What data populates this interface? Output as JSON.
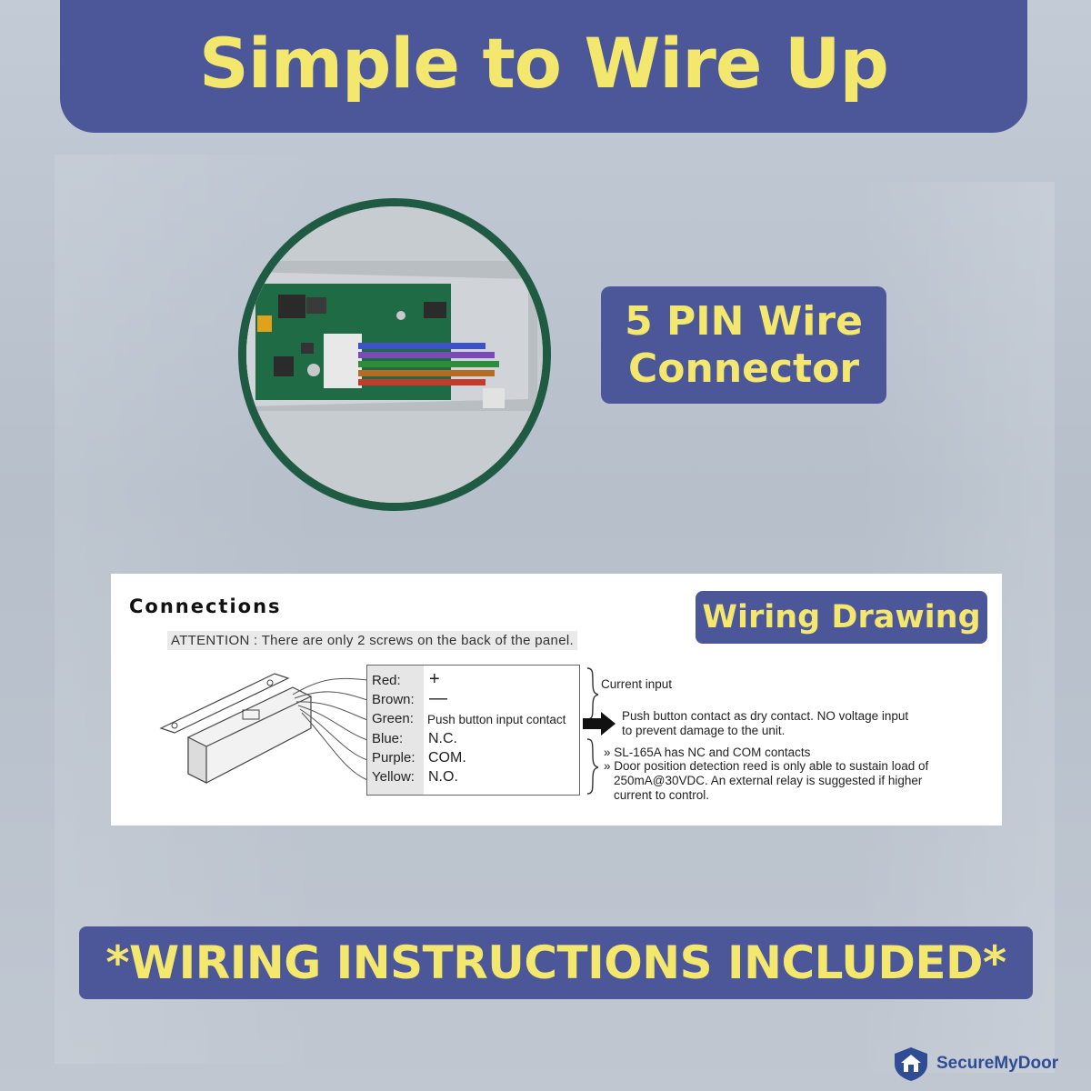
{
  "title": "Simple to Wire Up",
  "callout": {
    "line1": "5 PIN Wire",
    "line2": "Connector"
  },
  "diagram": {
    "heading": "Connections",
    "attention": "ATTENTION : There are only 2 screws on the back of the panel.",
    "badge": "Wiring Drawing",
    "wires": [
      {
        "name": "Red:",
        "value": "+"
      },
      {
        "name": "Brown:",
        "value": "—"
      },
      {
        "name": "Green:",
        "value": "Push button input contact"
      },
      {
        "name": "Blue:",
        "value": "N.C."
      },
      {
        "name": "Purple:",
        "value": "COM."
      },
      {
        "name": "Yellow:",
        "value": "N.O."
      }
    ],
    "current_input": "Current input",
    "push_note_1": "Push button contact as dry contact. NO voltage input",
    "push_note_2": "to prevent damage to the unit.",
    "contacts_note": "» SL-165A has NC and COM contacts",
    "reed_note_1": "» Door position detection reed is only able to sustain load of",
    "reed_note_2": "250mA@30VDC. An external relay is suggested if higher",
    "reed_note_3": "current to control."
  },
  "footer_banner": "*WIRING INSTRUCTIONS INCLUDED*",
  "brand": "SecureMyDoor",
  "colors": {
    "banner": "#4b5799",
    "text_yellow": "#f4e76e",
    "circle_border": "#1f5a42",
    "brand_blue": "#2f4c95"
  }
}
